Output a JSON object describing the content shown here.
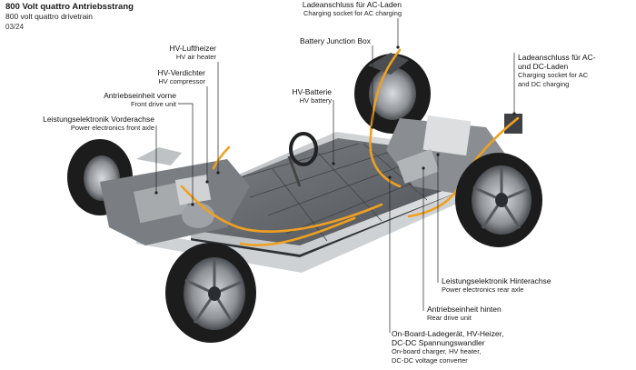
{
  "header": {
    "title": "800 Volt quattro Antriebsstrang",
    "subtitle": "800 volt quattro drivetrain",
    "date": "03/24"
  },
  "labels": {
    "ac_socket": {
      "de": "Ladeanschluss für AC-Laden",
      "en": "Charging socket for AC charging"
    },
    "junction_box": {
      "de": "Battery Junction Box",
      "en": ""
    },
    "hv_heater": {
      "de": "HV-Luftheizer",
      "en": "HV air heater"
    },
    "hv_compressor": {
      "de": "HV-Verdichter",
      "en": "HV compressor"
    },
    "front_drive": {
      "de": "Antriebseinheit vorne",
      "en": "Front drive unit"
    },
    "power_front": {
      "de": "Leistungselektronik Vorderachse",
      "en": "Power electronics front axle"
    },
    "hv_battery": {
      "de": "HV-Batterie",
      "en": "HV battery"
    },
    "ac_dc_socket": {
      "de1": "Ladeanschluss für AC-",
      "de2": "und DC-Laden",
      "en1": "Charging socket for AC",
      "en2": "and DC charging"
    },
    "power_rear": {
      "de": "Leistungselektronik Hinterachse",
      "en": "Power electronics rear axle"
    },
    "rear_drive": {
      "de": "Antriebseinheit hinten",
      "en": "Rear drive unit"
    },
    "onboard": {
      "de1": "On-Board-Ladegerät, HV-Heizer,",
      "de2": "DC-DC Spannungswandler",
      "en1": "On-board charger, HV heater,",
      "en2": "DC-DC voltage converter"
    }
  },
  "colors": {
    "tire": "#1c1c1c",
    "rim": "#9a9ea3",
    "chassis": "#5b5f63",
    "battery": "#6d7175",
    "aluminium": "#c7c9cb",
    "hv_cable": "#f0a020"
  }
}
